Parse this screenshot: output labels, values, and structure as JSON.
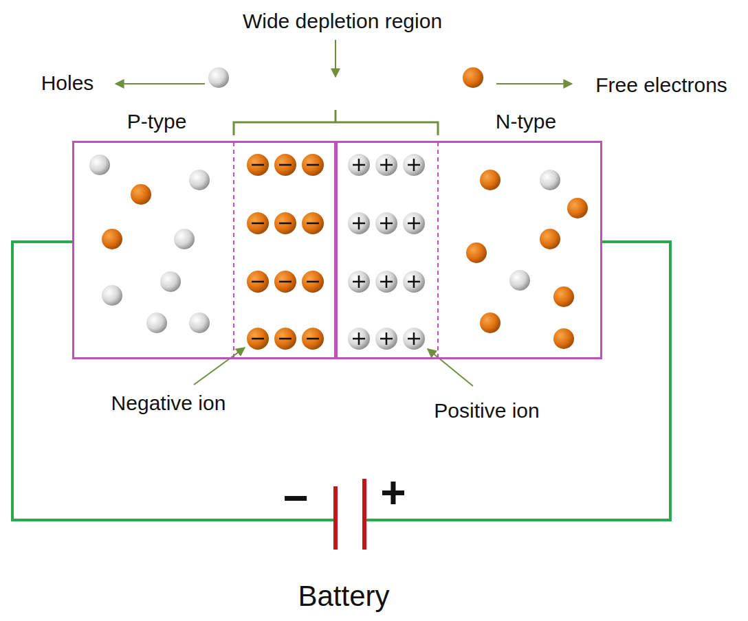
{
  "diagram": {
    "nodes": [
      {
        "text": [
          "P-type"
        ]
      },
      {
        "text": [
          "N-type"
        ]
      },
      {
        "text": [
          "−",
          "+",
          "Battery"
        ]
      }
    ],
    "edges": [
      {
        "from": 0,
        "to": 2,
        "arrow": "none"
      },
      {
        "from": 2,
        "to": 1,
        "arrow": "none"
      }
    ],
    "labels": [
      "Wide depletion region",
      "Holes",
      "Free electrons",
      "Negative ion",
      "Positive ion"
    ]
  }
}
